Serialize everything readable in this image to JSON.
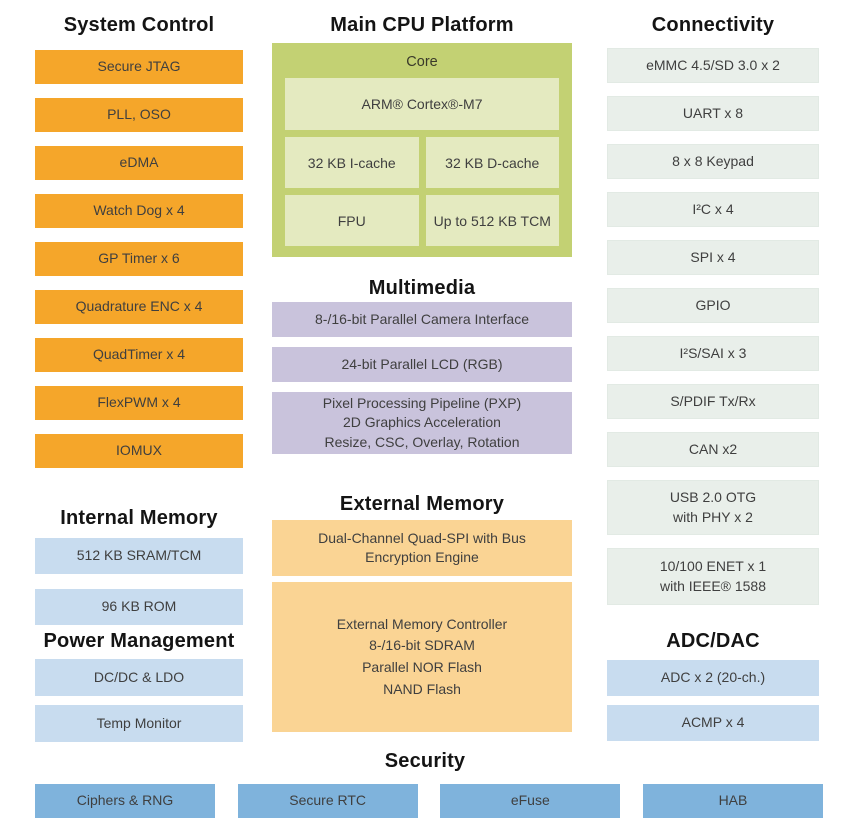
{
  "colors": {
    "orange": "#F5A62A",
    "light_blue": "#C8DCEF",
    "security_blue": "#7FB3DC",
    "green_box": "#C3D173",
    "green_cell": "#E4EAC0",
    "purple": "#C9C3DC",
    "tan": "#FAD494",
    "pale": "#E9EFEA"
  },
  "sections": {
    "system_control": {
      "title": "System Control",
      "items": [
        "Secure JTAG",
        "PLL, OSO",
        "eDMA",
        "Watch Dog x 4",
        "GP Timer x 6",
        "Quadrature ENC x 4",
        "QuadTimer x 4",
        "FlexPWM x 4",
        "IOMUX"
      ]
    },
    "internal_memory": {
      "title": "Internal Memory",
      "items": [
        "512 KB SRAM/TCM",
        "96 KB ROM"
      ]
    },
    "power_management": {
      "title": "Power Management",
      "items": [
        "DC/DC & LDO",
        "Temp Monitor"
      ]
    },
    "main_cpu": {
      "title": "Main CPU Platform",
      "core_label": "Core",
      "cpu": "ARM® Cortex®-M7",
      "icache": "32 KB I-cache",
      "dcache": "32 KB D-cache",
      "fpu": "FPU",
      "tcm": "Up to 512 KB TCM"
    },
    "multimedia": {
      "title": "Multimedia",
      "items": [
        "8-/16-bit Parallel Camera Interface",
        "24-bit Parallel LCD (RGB)",
        "Pixel Processing Pipeline (PXP)\n2D Graphics Acceleration\nResize, CSC, Overlay, Rotation"
      ]
    },
    "external_memory": {
      "title": "External Memory",
      "items": [
        "Dual-Channel Quad-SPI with Bus\nEncryption Engine",
        "External Memory Controller\n8-/16-bit SDRAM\nParallel NOR Flash\nNAND Flash"
      ]
    },
    "connectivity": {
      "title": "Connectivity",
      "items": [
        "eMMC 4.5/SD 3.0 x 2",
        "UART x 8",
        "8 x 8 Keypad",
        "I²C x 4",
        "SPI x 4",
        "GPIO",
        "I²S/SAI x 3",
        "S/PDIF Tx/Rx",
        "CAN x2",
        "USB 2.0 OTG\nwith PHY x 2",
        "10/100 ENET x 1\nwith IEEE® 1588"
      ]
    },
    "adc_dac": {
      "title": "ADC/DAC",
      "items": [
        "ADC x 2 (20-ch.)",
        "ACMP x 4"
      ]
    },
    "security": {
      "title": "Security",
      "items": [
        "Ciphers & RNG",
        "Secure RTC",
        "eFuse",
        "HAB"
      ]
    }
  }
}
